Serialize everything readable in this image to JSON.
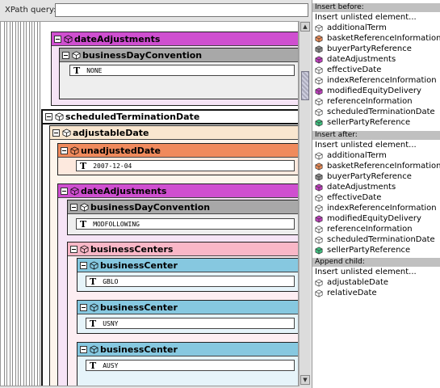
{
  "xpath": {
    "label": "XPath query:",
    "value": ""
  },
  "tree": {
    "n_date_adj_1": "dateAdjustments",
    "n_bdc_1": "businessDayConvention",
    "v_bdc_1": "NONE",
    "n_sched": "scheduledTerminationDate",
    "n_adjdate": "adjustableDate",
    "n_unadj": "unadjustedDate",
    "v_unadj": "2007-12-04",
    "n_date_adj_2": "dateAdjustments",
    "n_bdc_2": "businessDayConvention",
    "v_bdc_2": "MODFOLLOWING",
    "n_bcs": "businessCenters",
    "n_bc1": "businessCenter",
    "v_bc1": "GBLO",
    "n_bc2": "businessCenter",
    "v_bc2": "USNY",
    "n_bc3": "businessCenter",
    "v_bc3": "AUSY",
    "text_marker": "T"
  },
  "panel": {
    "insert_before": {
      "header": "Insert before:",
      "items": [
        {
          "label": "Insert unlisted element...",
          "icon": null
        },
        {
          "label": "additionalTerm",
          "icon": "#ffffff"
        },
        {
          "label": "basketReferenceInformation",
          "icon": "#e88b58"
        },
        {
          "label": "buyerPartyReference",
          "icon": "#8a8a8a"
        },
        {
          "label": "dateAdjustments",
          "icon": "#c03fbf"
        },
        {
          "label": "effectiveDate",
          "icon": "#ffffff"
        },
        {
          "label": "indexReferenceInformation",
          "icon": "#ffffff"
        },
        {
          "label": "modifiedEquityDelivery",
          "icon": "#c03fbf"
        },
        {
          "label": "referenceInformation",
          "icon": "#ffffff"
        },
        {
          "label": "scheduledTerminationDate",
          "icon": "#ffffff"
        },
        {
          "label": "sellerPartyReference",
          "icon": "#3fbf7f"
        }
      ]
    },
    "insert_after": {
      "header": "Insert after:",
      "items": [
        {
          "label": "Insert unlisted element...",
          "icon": null
        },
        {
          "label": "additionalTerm",
          "icon": "#ffffff"
        },
        {
          "label": "basketReferenceInformation",
          "icon": "#e88b58"
        },
        {
          "label": "buyerPartyReference",
          "icon": "#8a8a8a"
        },
        {
          "label": "dateAdjustments",
          "icon": "#c03fbf"
        },
        {
          "label": "effectiveDate",
          "icon": "#ffffff"
        },
        {
          "label": "indexReferenceInformation",
          "icon": "#ffffff"
        },
        {
          "label": "modifiedEquityDelivery",
          "icon": "#c03fbf"
        },
        {
          "label": "referenceInformation",
          "icon": "#ffffff"
        },
        {
          "label": "scheduledTerminationDate",
          "icon": "#ffffff"
        },
        {
          "label": "sellerPartyReference",
          "icon": "#3fbf7f"
        }
      ]
    },
    "append_child": {
      "header": "Append child:",
      "items": [
        {
          "label": "Insert unlisted element...",
          "icon": null
        },
        {
          "label": "adjustableDate",
          "icon": "#ffffff"
        },
        {
          "label": "relativeDate",
          "icon": "#ffffff"
        }
      ]
    }
  },
  "colors": {
    "magenta_hd": "#cf4fd0",
    "magenta_body": "#f6e4f6",
    "gray_hd": "#a8a8a8",
    "gray_body": "#eeeeee",
    "peach_hd": "#f9e6cf",
    "peach_body": "#fdf5ec",
    "orange_hd": "#f08a5c",
    "orange_body": "#fde9de",
    "pink_hd": "#f9b7c7",
    "pink_body": "#fdeef2",
    "blue_hd": "#86c8e0",
    "blue_body": "#e6f4fa"
  }
}
